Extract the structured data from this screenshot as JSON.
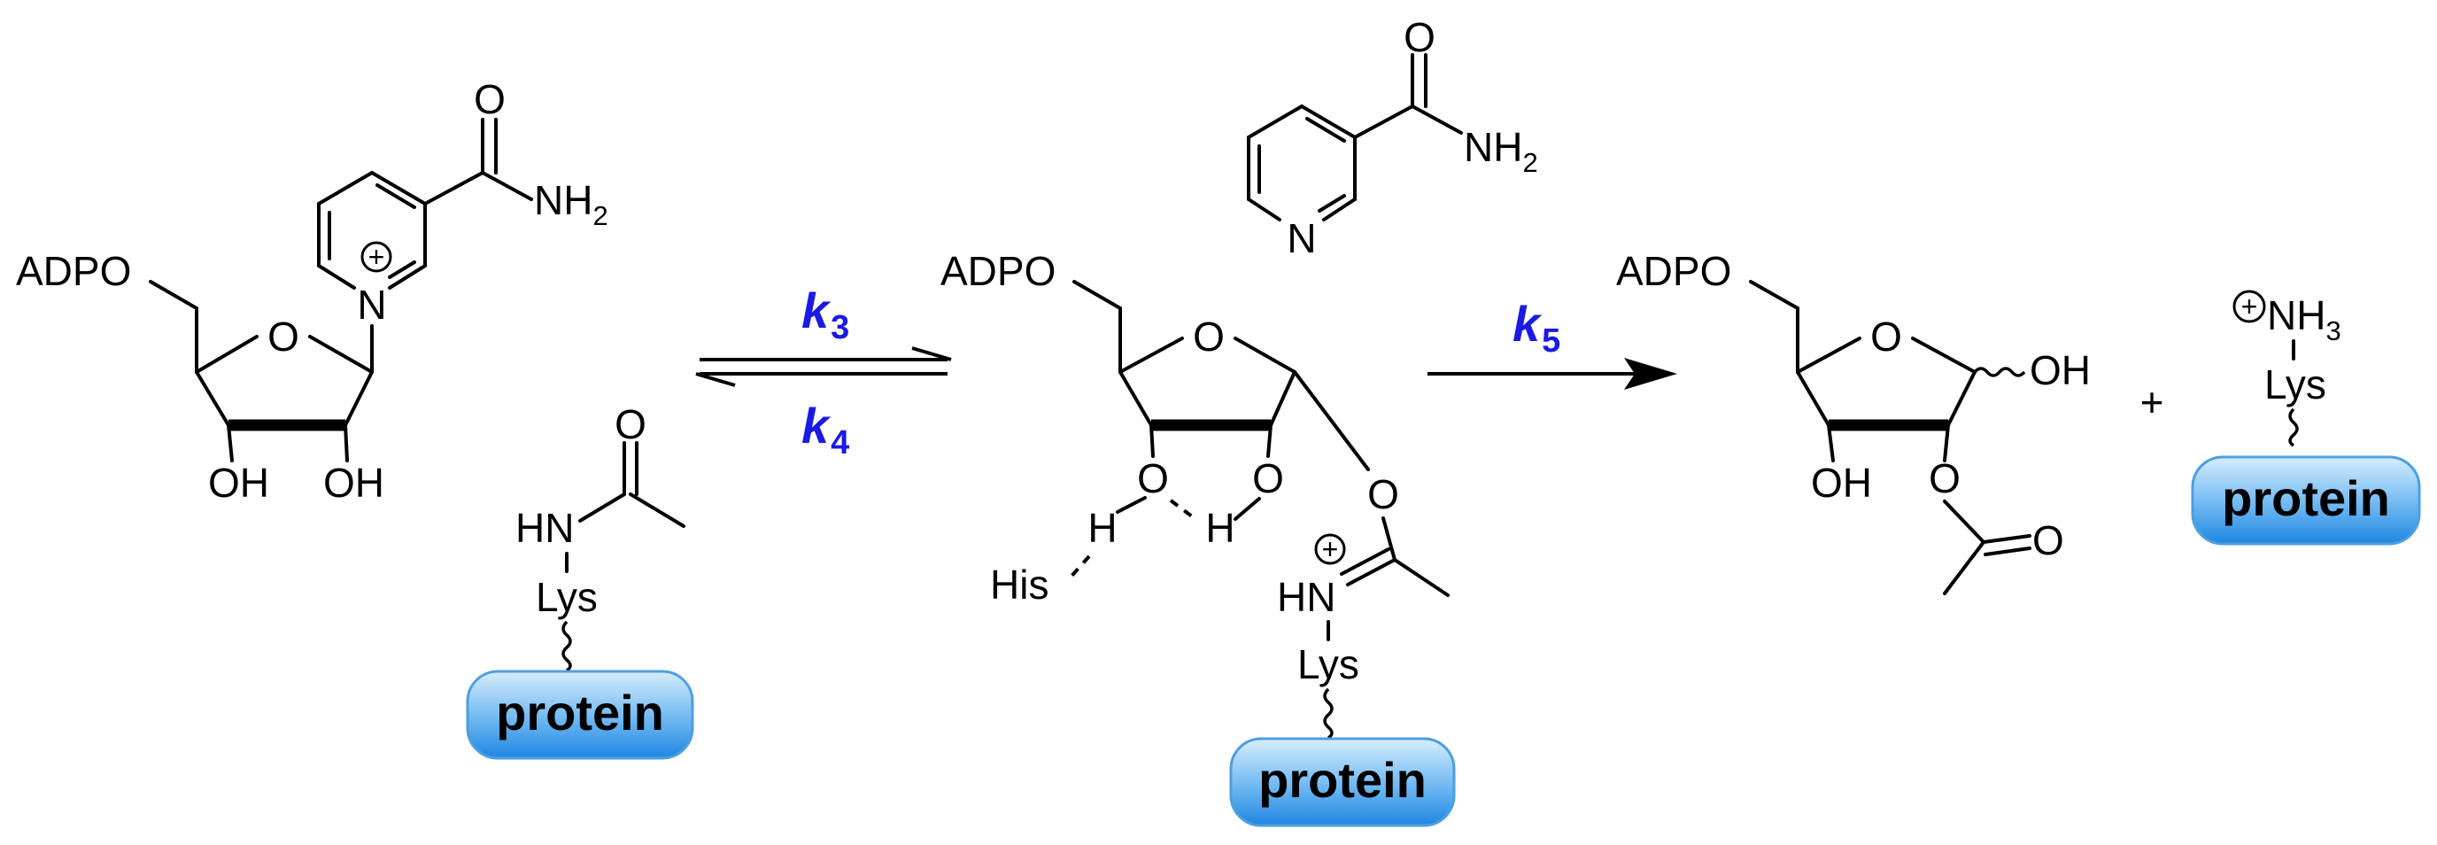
{
  "scheme": {
    "atoms": {
      "adpo": "ADPO",
      "o": "O",
      "oh": "OH",
      "n": "N",
      "nh": "NH",
      "nh_sub": "2",
      "hn": "HN",
      "h": "H",
      "his": "His",
      "lys": "Lys",
      "nh3": "NH",
      "nh3_sub": "3",
      "charge": "+"
    },
    "rate_constants": {
      "k3": {
        "symbol": "k",
        "sub": "3",
        "color": "#1a1ae6"
      },
      "k4": {
        "symbol": "k",
        "sub": "4",
        "color": "#1a1ae6"
      },
      "k5": {
        "symbol": "k",
        "sub": "5",
        "color": "#1a1ae6"
      }
    },
    "protein_label": "protein",
    "plus": "+",
    "colors": {
      "pill_top": "#bfe3fb",
      "pill_bottom": "#1f86e0",
      "pill_border": "#4d9fe0"
    }
  }
}
